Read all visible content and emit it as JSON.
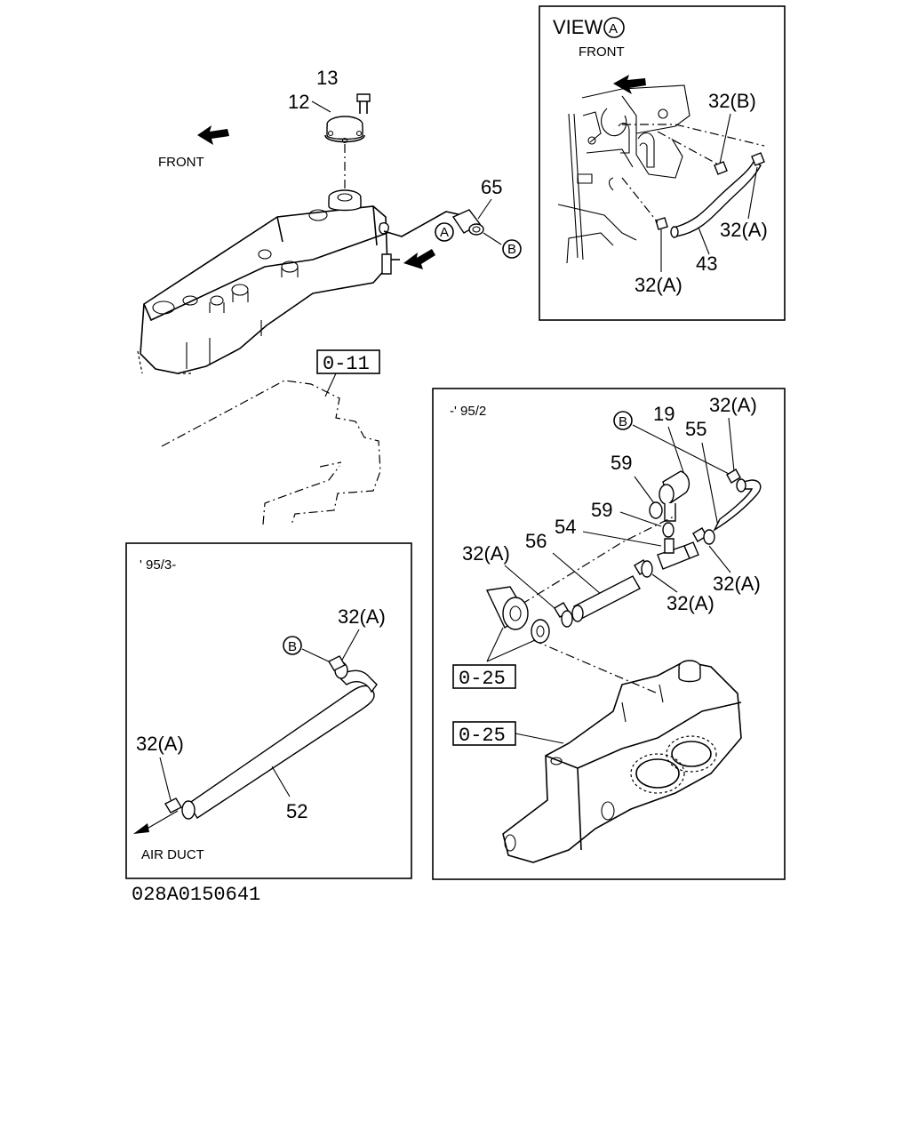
{
  "callouts": {
    "n13": "13",
    "n12": "12",
    "n65": "65",
    "ref_0_11": "0-11",
    "front_main": "FRONT",
    "circle_a": "A",
    "circle_b": "B"
  },
  "view_a": {
    "title": "VIEW",
    "circle": "A",
    "front": "FRONT",
    "n32b": "32(B)",
    "n32a_right": "32(A)",
    "n43": "43",
    "n32a_bottom": "32(A)"
  },
  "early": {
    "range": "-' 95/2",
    "circle_b": "B",
    "n19": "19",
    "n32a_top": "32(A)",
    "n55": "55",
    "n59a": "59",
    "n59b": "59",
    "n54": "54",
    "n56": "56",
    "n32a_left": "32(A)",
    "n32a_r1": "32(A)",
    "n32a_r2": "32(A)",
    "ref_0_25a": "0-25",
    "ref_0_25b": "0-25"
  },
  "late": {
    "range": "' 95/3-",
    "circle_b": "B",
    "n32a_top": "32(A)",
    "n32a_left": "32(A)",
    "n52": "52",
    "air_duct": "AIR DUCT"
  },
  "footer": {
    "drawing_code": "028A0150641"
  }
}
